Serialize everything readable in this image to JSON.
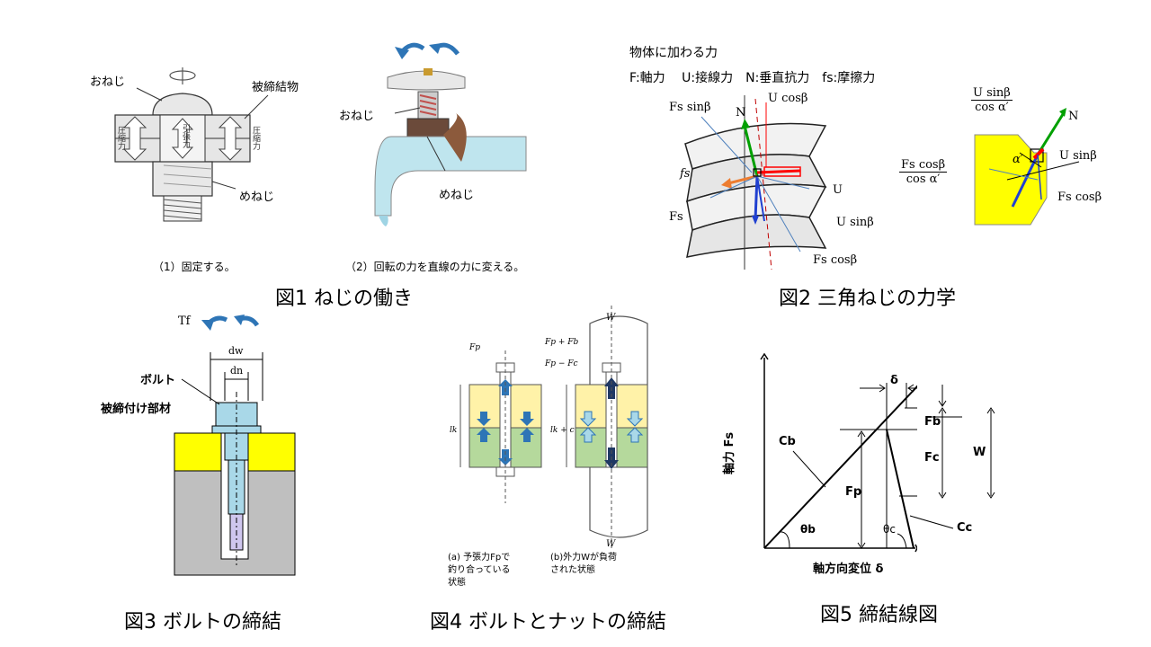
{
  "fig1": {
    "caption": "図1 ねじの働き",
    "panel1": {
      "label_bolt": "おねじ",
      "label_clamped": "被締結物",
      "label_nut": "めねじ",
      "label_tension": "引張力",
      "label_compress_left": "圧縮力",
      "label_compress_right": "圧縮力",
      "subcaption": "（1）固定する。"
    },
    "panel2": {
      "label_bolt": "おねじ",
      "label_nut": "めねじ",
      "subcaption": "（2）回転の力を直線の力に変える。"
    }
  },
  "fig2": {
    "caption": "図2 三角ねじの力学",
    "header": "物体に加わる力",
    "legend": "F:軸力　 U:接線力　N:垂直抗力　fs:摩擦力",
    "labels": {
      "fs_sin": "Fs sinβ",
      "n": "N",
      "u_cos": "U cosβ",
      "fs": "fs",
      "u": "U",
      "fs_big": "Fs",
      "u_sin": "U sinβ",
      "fs_cos": "Fs cosβ",
      "r_usin_num": "U sinβ",
      "r_usin_den": "cos α′",
      "r_n": "N",
      "r_alpha": "α′",
      "r_usin": "U sinβ",
      "r_fcos_num": "Fs cosβ",
      "r_fcos_den": "cos α′",
      "r_fscos": "Fs cosβ"
    }
  },
  "fig3": {
    "caption": "図3 ボルトの締結",
    "tf": "Tf",
    "dw": "dw",
    "dn": "dn",
    "label_bolt": "ボルト",
    "label_member": "被締付け部材"
  },
  "fig4": {
    "caption": "図4 ボルトとナットの締結",
    "sub_a": "(a) 予張力Fpで\n釣り合っている\n状態",
    "sub_b": "(b)外力Wが負荷\nされた状態",
    "w_top": "W",
    "w_bottom": "W",
    "fp_fb": "Fp + Fb",
    "fp_fc": "Fp − Fc",
    "fp": "Fp",
    "lk": "lk",
    "lk_c": "lk + c"
  },
  "fig5": {
    "caption": "図5 締結線図",
    "xlabel": "軸方向変位 δ",
    "ylabel": "軸力 Fs",
    "delta": "δ",
    "fb": "Fb",
    "fc": "Fc",
    "w": "W",
    "fp": "Fp",
    "cb": "Cb",
    "cc": "Cc",
    "theta_b": "θb",
    "theta_c": "θc"
  },
  "colors": {
    "yellow": "#ffff00",
    "gray": "#bfbfbf",
    "bolt_blue": "#a9d8e8",
    "arrow_blue": "#2e75b6",
    "green_hatch": "#b5d99c",
    "yellow_hatch": "#fff2a8"
  }
}
